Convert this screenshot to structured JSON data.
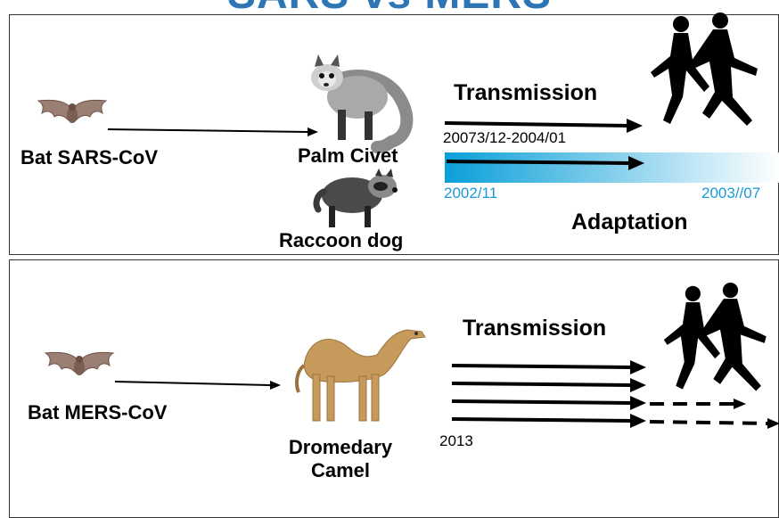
{
  "title": "SARS vs MERS",
  "sars": {
    "source_label": "Bat SARS-CoV",
    "host_primary": "Palm Civet",
    "host_secondary": "Raccoon dog",
    "transmission_label": "Transmission",
    "transmission_date": "20073/12-2004/01",
    "adaptation_start": "2002/11",
    "adaptation_end": "2003//07",
    "adaptation_label": "Adaptation",
    "colors": {
      "gradient_start": "#0a9fd8",
      "gradient_end": "#ffffff",
      "date_blue": "#1a9ad6"
    }
  },
  "mers": {
    "source_label": "Bat MERS-CoV",
    "host_line1": "Dromedary",
    "host_line2": "Camel",
    "transmission_label": "Transmission",
    "year": "2013",
    "transmission_arrows": 4,
    "dashed_extensions": 2
  },
  "icons": [
    "bat-icon",
    "palm-civet-icon",
    "raccoon-dog-icon",
    "dromedary-camel-icon",
    "running-people-icon"
  ]
}
